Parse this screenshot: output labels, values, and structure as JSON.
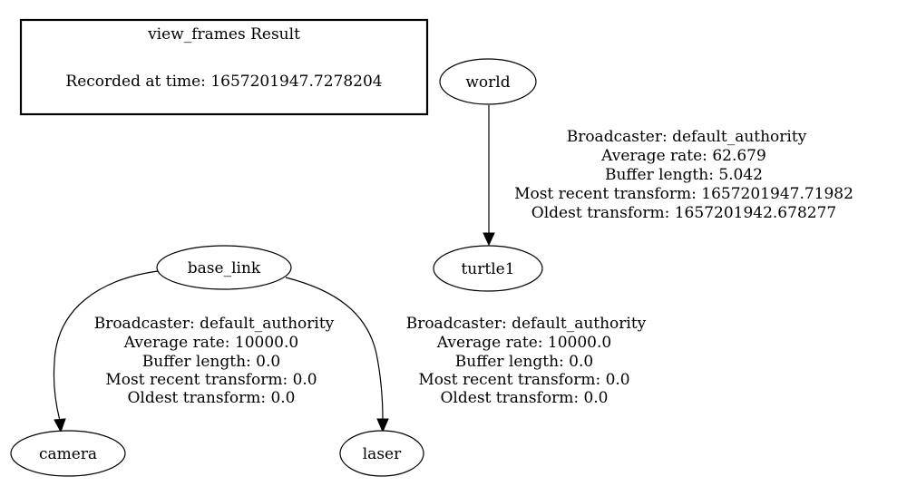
{
  "info_box": {
    "title": "view_frames Result",
    "recorded": "Recorded at time: 1657201947.7278204"
  },
  "nodes": {
    "world": "world",
    "turtle1": "turtle1",
    "base_link": "base_link",
    "camera": "camera",
    "laser": "laser"
  },
  "edges": {
    "world_turtle1": {
      "broadcaster": "Broadcaster: default_authority",
      "rate": "Average rate: 62.679",
      "buffer": "Buffer length: 5.042",
      "recent": "Most recent transform: 1657201947.71982",
      "oldest": "Oldest transform: 1657201942.678277"
    },
    "base_camera": {
      "broadcaster": "Broadcaster: default_authority",
      "rate": "Average rate: 10000.0",
      "buffer": "Buffer length: 0.0",
      "recent": "Most recent transform: 0.0",
      "oldest": "Oldest transform: 0.0"
    },
    "base_laser": {
      "broadcaster": "Broadcaster: default_authority",
      "rate": "Average rate: 10000.0",
      "buffer": "Buffer length: 0.0",
      "recent": "Most recent transform: 0.0",
      "oldest": "Oldest transform: 0.0"
    }
  }
}
